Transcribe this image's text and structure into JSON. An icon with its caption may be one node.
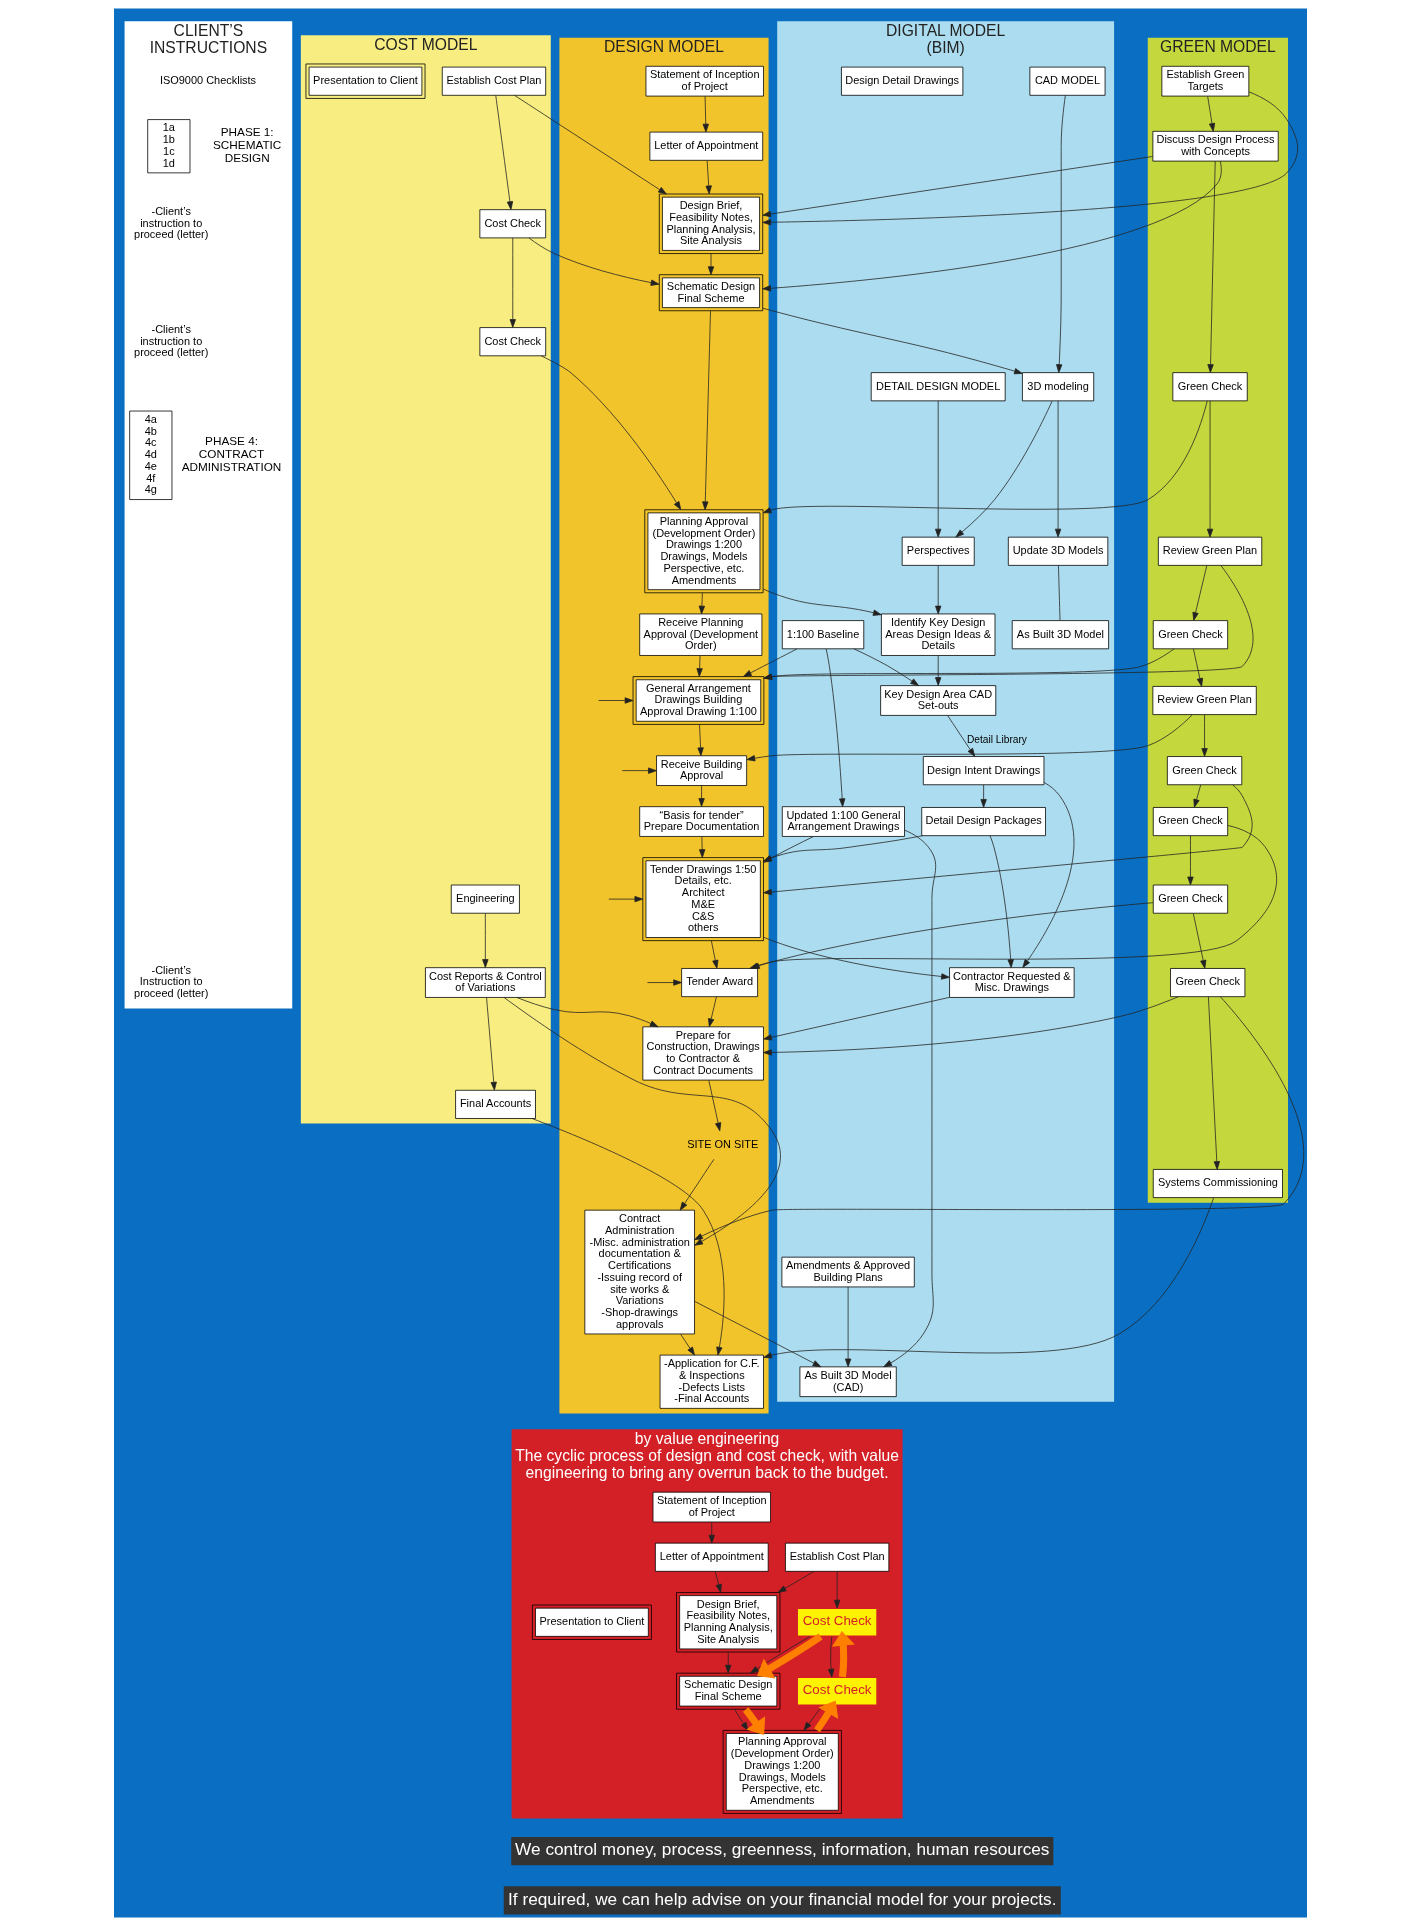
{
  "diagram": {
    "nodes": [
      {
        "text": [
          "CLIENT’S INSTRUCTIONS"
        ]
      },
      {
        "text": [
          "COST MODEL"
        ]
      },
      {
        "text": [
          "DESIGN MODEL"
        ]
      },
      {
        "text": [
          "GREEN MODEL"
        ]
      },
      {
        "text": [
          "DIGITAL MODEL (BIM)"
        ]
      },
      {
        "text": [
          "1a",
          "1b",
          "1c",
          "1d"
        ],
        "beside": [
          "PHASE 1: SCHEMATIC DESIGN"
        ],
        "in": 0
      },
      {
        "text": [
          "4a",
          "4b",
          "4c",
          "4d",
          "4e",
          "4f",
          "4g"
        ],
        "beside": [
          "PHASE 4: CONTRACT ADMINISTRATION"
        ],
        "in": 0
      },
      {
        "text": [
          "Establish Cost Plan"
        ],
        "in": 1
      },
      {
        "text": [
          "Cost Check"
        ],
        "in": 1
      },
      {
        "text": [
          "Presentation to Client"
        ],
        "in": 1
      },
      {
        "text": [
          "Cost Check"
        ],
        "in": 1
      },
      {
        "text": [
          "Engineering"
        ],
        "in": 1
      },
      {
        "text": [
          "Cost Reports & Control of Variations"
        ],
        "in": 1
      },
      {
        "text": [
          "Final Accounts"
        ],
        "in": 1
      },
      {
        "text": [
          "Statement of Inception of Project"
        ],
        "in": 2
      },
      {
        "text": [
          "Letter of Appointment"
        ],
        "in": 2
      },
      {
        "text": [
          "Design Brief, Feasibility Notes, Planning Analysis, Site Analysis"
        ],
        "in": 2
      },
      {
        "text": [
          "Schematic Design",
          "Final Scheme"
        ],
        "in": 2
      },
      {
        "text": [
          "Planning Approval (Development Order) Drawings 1:200 Drawings, Models Perspective, etc.",
          "Amendments"
        ],
        "in": 2
      },
      {
        "text": [
          "Receive Planning Approval (Development Order)"
        ],
        "in": 2
      },
      {
        "text": [
          "General Arrangement Drawings Building Approval Drawing 1:100"
        ],
        "in": 2
      },
      {
        "text": [
          "Receive Building Approval"
        ],
        "in": 2
      },
      {
        "text": [
          "“Basis for tender” Prepare Documentation"
        ],
        "in": 2
      },
      {
        "text": [
          "Tender Drawings 1:50 Details, etc.",
          "Architect",
          "M&E",
          "C&S",
          "others"
        ],
        "in": 2
      },
      {
        "text": [
          "Tender Award"
        ],
        "in": 2
      },
      {
        "text": [
          "Prepare for Construction, Drawings to Contractor & Contract Documents"
        ],
        "in": 2
      },
      {
        "text": [
          "SITE ON SITE"
        ],
        "in": 2
      },
      {
        "text": [
          "Contract Administration",
          "-Misc. administration documentation & Certifications",
          "-Issuing record of site works & Variations",
          "-Shop-drawings approvals"
        ],
        "in": 2
      },
      {
        "text": [
          "-Application for C.F. & Inspections",
          "-Defects Lists",
          "-Final Accounts"
        ],
        "in": 2
      },
      {
        "text": [
          "Establish Green Targets"
        ],
        "in": 3
      },
      {
        "text": [
          "Discuss Design Process with Concepts"
        ],
        "in": 3
      },
      {
        "text": [
          "Green Check"
        ],
        "in": 3
      },
      {
        "text": [
          "Review Green Plan"
        ],
        "in": 3
      },
      {
        "text": [
          "Green Check"
        ],
        "in": 3
      },
      {
        "text": [
          "Review Green Plan"
        ],
        "in": 3
      },
      {
        "text": [
          "Green Check"
        ],
        "in": 3
      },
      {
        "text": [
          "Green Check"
        ],
        "in": 3
      },
      {
        "text": [
          "Green Check"
        ],
        "in": 3
      },
      {
        "text": [
          "Green Check"
        ],
        "in": 3
      },
      {
        "text": [
          "Systems Commissioning"
        ],
        "in": 3
      },
      {
        "text": [
          "CAD MODEL"
        ],
        "in": 4
      },
      {
        "text": [
          "DETAIL DESIGN MODEL"
        ],
        "in": 4
      },
      {
        "text": [
          "3D modeling"
        ],
        "in": 4
      },
      {
        "text": [
          "Perspectives"
        ],
        "in": 4
      },
      {
        "text": [
          "Identify Key Design Areas Design Ideas & Details"
        ],
        "in": 4
      },
      {
        "text": [
          "1:100 Baseline"
        ],
        "in": 4
      },
      {
        "text": [
          "Key Design Area CAD Set-outs"
        ],
        "in": 4
      },
      {
        "text": [
          "Update 3D Models"
        ],
        "in": 4
      },
      {
        "text": [
          "Design Intent Drawings"
        ],
        "in": 4
      },
      {
        "text": [
          "Detail Design Packages"
        ],
        "in": 4
      },
      {
        "text": [
          "Updated 1:100 General Arrangement Drawings"
        ],
        "in": 4
      },
      {
        "text": [
          "Contractor Requested & Misc. Drawings"
        ],
        "in": 4
      },
      {
        "text": [
          "Design Detail Drawings"
        ],
        "in": 4
      },
      {
        "text": [
          "Amendments & Approved Building Plans"
        ],
        "in": 4
      },
      {
        "text": [
          "As Built 3D Model"
        ],
        "in": 4
      },
      {
        "text": [
          "As Built 3D Model (CAD)"
        ],
        "in": 4
      },
      {
        "text": [
          "by value engineering",
          "The cyclic process of design and cost check, with value engineering to bring any overrun back to the budget."
        ]
      },
      {
        "text": [
          "Statement of Inception of Project"
        ],
        "in": 56
      },
      {
        "text": [
          "Letter of Appointment"
        ],
        "in": 56
      },
      {
        "text": [
          "Establish Cost Plan"
        ],
        "in": 56
      },
      {
        "text": [
          "Design Brief, Feasibility Notes, Planning Analysis, Site Analysis"
        ],
        "in": 56
      },
      {
        "text": [
          "Cost Check"
        ],
        "in": 56
      },
      {
        "text": [
          "Presentation to Client"
        ],
        "in": 56
      },
      {
        "text": [
          "Schematic Design",
          "Final Scheme"
        ],
        "in": 56
      },
      {
        "text": [
          "Cost Check"
        ],
        "in": 56
      },
      {
        "text": [
          "Planning Approval (Development Order) Drawings 1:200 Drawings, Models Perspective, etc.",
          "Amendments"
        ],
        "in": 56
      }
    ],
    "edges": [
      {
        "from": 7,
        "to": 8,
        "arrow": "to"
      },
      {
        "from": 8,
        "to": 10,
        "arrow": "to"
      },
      {
        "from": 11,
        "to": 12,
        "arrow": "to"
      },
      {
        "from": 12,
        "to": 13,
        "arrow": "to"
      },
      {
        "from": 7,
        "to": 16,
        "arrow": "to"
      },
      {
        "from": 8,
        "to": 17,
        "arrow": "to"
      },
      {
        "from": 10,
        "to": 18,
        "arrow": "to"
      },
      {
        "from": 12,
        "to": 25,
        "arrow": "to"
      },
      {
        "from": 12,
        "to": 27,
        "arrow": "to"
      },
      {
        "from": 13,
        "to": 28,
        "arrow": "to"
      },
      {
        "from": null,
        "to": 20,
        "arrow": "to"
      },
      {
        "from": null,
        "to": 21,
        "arrow": "to"
      },
      {
        "from": null,
        "to": 23,
        "arrow": "to"
      },
      {
        "from": null,
        "to": 24,
        "arrow": "to"
      },
      {
        "from": 14,
        "to": 15,
        "arrow": "to"
      },
      {
        "from": 15,
        "to": 16,
        "arrow": "to"
      },
      {
        "from": 16,
        "to": 17,
        "arrow": "to"
      },
      {
        "from": 17,
        "to": 18,
        "arrow": "to"
      },
      {
        "from": 18,
        "to": 19,
        "arrow": "to"
      },
      {
        "from": 19,
        "to": 20,
        "arrow": "to"
      },
      {
        "from": 20,
        "to": 21,
        "arrow": "to"
      },
      {
        "from": 21,
        "to": 22,
        "arrow": "to"
      },
      {
        "from": 22,
        "to": 23,
        "arrow": "to"
      },
      {
        "from": 23,
        "to": 24,
        "arrow": "to"
      },
      {
        "from": 24,
        "to": 25,
        "arrow": "to"
      },
      {
        "from": 25,
        "to": 26,
        "arrow": "to"
      },
      {
        "from": 26,
        "to": 27,
        "arrow": "to"
      },
      {
        "from": 27,
        "to": 28,
        "arrow": "to"
      },
      {
        "from": 29,
        "to": 16,
        "arrow": "to"
      },
      {
        "from": 29,
        "to": 30,
        "arrow": "to"
      },
      {
        "from": 30,
        "to": 16,
        "arrow": "to"
      },
      {
        "from": 30,
        "to": 17,
        "arrow": "to"
      },
      {
        "from": 30,
        "to": 31,
        "arrow": "to"
      },
      {
        "from": 31,
        "to": 18,
        "arrow": "to"
      },
      {
        "from": 31,
        "to": 32,
        "arrow": "to"
      },
      {
        "from": 32,
        "to": 20,
        "arrow": "to"
      },
      {
        "from": 32,
        "to": 33,
        "arrow": "to"
      },
      {
        "from": 33,
        "to": 20,
        "arrow": "to"
      },
      {
        "from": 33,
        "to": 34,
        "arrow": "to"
      },
      {
        "from": 34,
        "to": 21,
        "arrow": "to"
      },
      {
        "from": 34,
        "to": 35,
        "arrow": "to"
      },
      {
        "from": 35,
        "to": 23,
        "arrow": "to"
      },
      {
        "from": 35,
        "to": 36,
        "arrow": "to"
      },
      {
        "from": 36,
        "to": 24,
        "arrow": "to"
      },
      {
        "from": 36,
        "to": 37,
        "arrow": "to"
      },
      {
        "from": 37,
        "to": 24,
        "arrow": "to"
      },
      {
        "from": 37,
        "to": 38,
        "arrow": "to"
      },
      {
        "from": 38,
        "to": 25,
        "arrow": "to"
      },
      {
        "from": 38,
        "to": 27,
        "arrow": "to"
      },
      {
        "from": 38,
        "to": 39,
        "arrow": "to"
      },
      {
        "from": 39,
        "to": 28,
        "arrow": "to"
      },
      {
        "from": 17,
        "to": 42,
        "arrow": "to"
      },
      {
        "from": 40,
        "to": 42,
        "arrow": "to"
      },
      {
        "from": 41,
        "to": 43,
        "arrow": "to"
      },
      {
        "from": 42,
        "to": 43,
        "arrow": "to"
      },
      {
        "from": 43,
        "to": 44,
        "arrow": "to"
      },
      {
        "from": 18,
        "to": 44,
        "arrow": "to"
      },
      {
        "from": 44,
        "to": 46,
        "arrow": "to"
      },
      {
        "from": 45,
        "to": 46,
        "arrow": "to"
      },
      {
        "from": 42,
        "to": 47,
        "arrow": "to"
      },
      {
        "from": 45,
        "to": 20,
        "arrow": "to"
      },
      {
        "from": 46,
        "to": 48,
        "label": "Detail Library",
        "arrow": "to"
      },
      {
        "from": 48,
        "to": 49,
        "arrow": "to"
      },
      {
        "from": 45,
        "to": 50,
        "arrow": "to"
      },
      {
        "from": 49,
        "to": 23,
        "arrow": "to"
      },
      {
        "from": 50,
        "to": 23,
        "arrow": "to"
      },
      {
        "from": 49,
        "to": 51,
        "arrow": "to"
      },
      {
        "from": 48,
        "to": 51,
        "arrow": "to"
      },
      {
        "from": 23,
        "to": 51,
        "arrow": "to"
      },
      {
        "from": 51,
        "to": 25,
        "arrow": "to"
      },
      {
        "from": 47,
        "to": 54,
        "arrow": "none"
      },
      {
        "from": 50,
        "to": 55,
        "arrow": "to"
      },
      {
        "from": 53,
        "to": 55,
        "arrow": "to"
      },
      {
        "from": 27,
        "to": 55,
        "arrow": "to"
      },
      {
        "from": 57,
        "to": 58,
        "arrow": "to"
      },
      {
        "from": 58,
        "to": 60,
        "arrow": "to"
      },
      {
        "from": 59,
        "to": 60,
        "arrow": "to"
      },
      {
        "from": 59,
        "to": 61,
        "arrow": "to"
      },
      {
        "from": 61,
        "to": 64,
        "arrow": "to"
      },
      {
        "from": 60,
        "to": 63,
        "arrow": "to"
      },
      {
        "from": 61,
        "to": 63,
        "arrow": "to"
      },
      {
        "from": 63,
        "to": 65,
        "arrow": "to"
      },
      {
        "from": 64,
        "to": 65,
        "arrow": "to"
      },
      {
        "from": 61,
        "to": 63,
        "arrow": "to",
        "style": "thick",
        "color": "#ff7f00"
      },
      {
        "from": 63,
        "to": 65,
        "arrow": "to",
        "style": "thick",
        "color": "#ff7f00"
      },
      {
        "from": 65,
        "to": 64,
        "arrow": "to",
        "style": "thick",
        "color": "#ff7f00"
      },
      {
        "from": 64,
        "to": 61,
        "arrow": "to",
        "style": "thick",
        "color": "#ff7f00"
      }
    ],
    "labels": [
      "ISO9000 Checklists",
      "-Client’s instruction to proceed (letter)",
      "-Client’s instruction to proceed (letter)",
      "-Client’s Instruction to proceed (letter)",
      "We control money, process, greenness, information, human resources",
      "If required, we can help advise on your financial model for your projects."
    ]
  }
}
